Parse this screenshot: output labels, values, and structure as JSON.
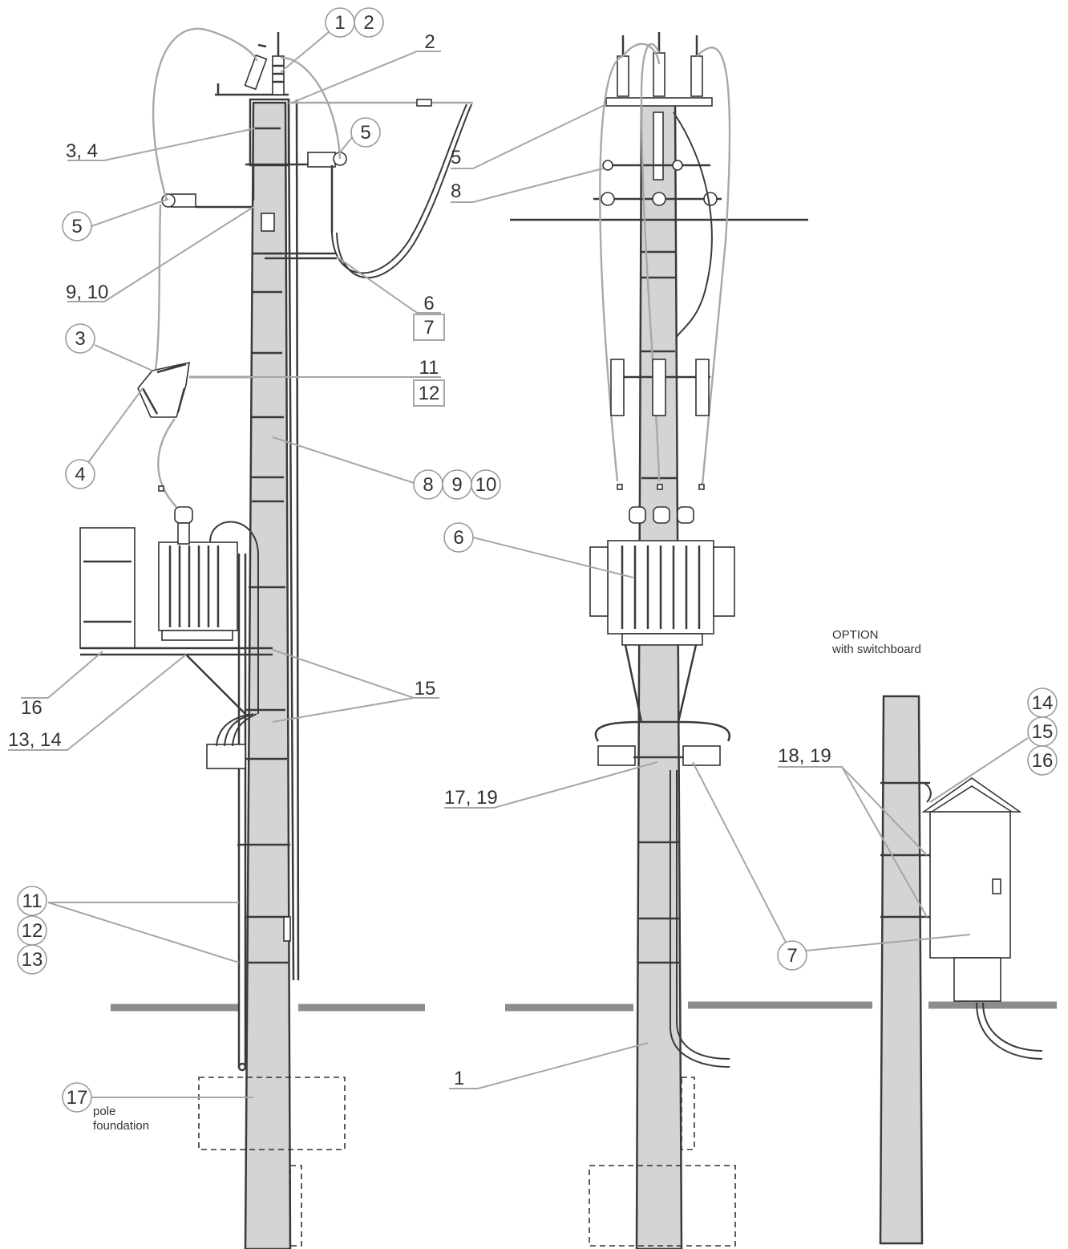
{
  "labels": {
    "l_1_top": "1",
    "l_2_top": "2",
    "l_2_line": "2",
    "l_34_line": "3, 4",
    "l_5_a": "5",
    "l_5_b": "5",
    "l_910_line": "9, 10",
    "l_6_line": "6",
    "l_7_box": "7",
    "l_3_circ": "3",
    "l_4_circ": "4",
    "l_11_line": "11",
    "l_12_box": "12",
    "l_8_c": "8",
    "l_9_c": "9",
    "l_10_c": "10",
    "l_15_line": "15",
    "l_16_line": "16",
    "l_1314_line": "13, 14",
    "l_11_c": "11",
    "l_12_c": "12",
    "l_13_c": "13",
    "l_17_c": "17",
    "l_5_mid": "5",
    "l_8_mid": "8",
    "l_6_mid": "6",
    "l_1719_mid": "17, 19",
    "l_7_mid": "7",
    "l_1_mid": "1",
    "l_14_r": "14",
    "l_15_r": "15",
    "l_16_r": "16",
    "l_1819_r": "18, 19",
    "l_7_r": "7"
  },
  "notes": {
    "pole_foundation_1": "pole",
    "pole_foundation_2": "foundation",
    "option_1": "OPTION",
    "option_2": "with switchboard"
  }
}
